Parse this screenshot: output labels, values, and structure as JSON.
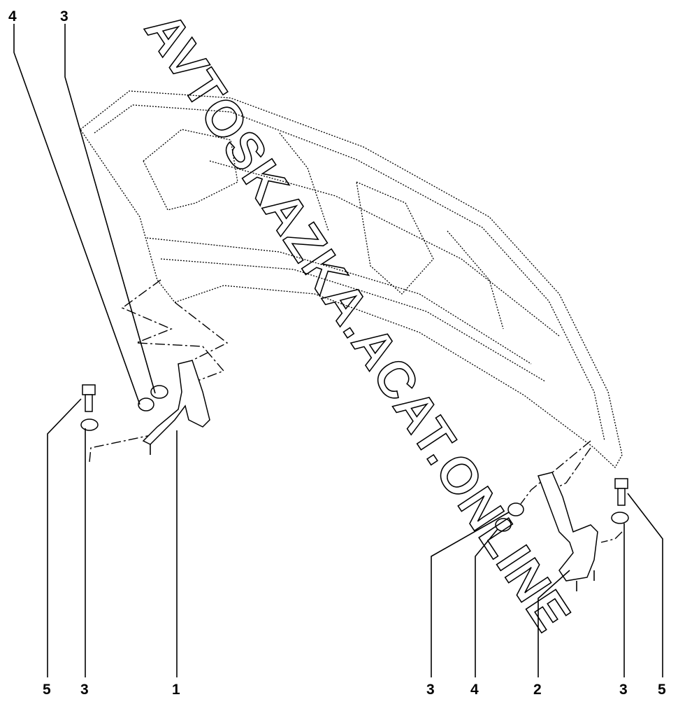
{
  "diagram": {
    "title": "Hood (bonnet) hinge assembly",
    "watermark": "AVTOSKAZKA.ACAT.ONLINE",
    "callouts": {
      "top_left_4": "4",
      "top_left_3": "3",
      "bottom_left_5": "5",
      "bottom_left_3": "3",
      "bottom_left_1": "1",
      "bottom_right_3a": "3",
      "bottom_right_4": "4",
      "bottom_right_2": "2",
      "bottom_right_3b": "3",
      "bottom_right_5": "5"
    }
  }
}
